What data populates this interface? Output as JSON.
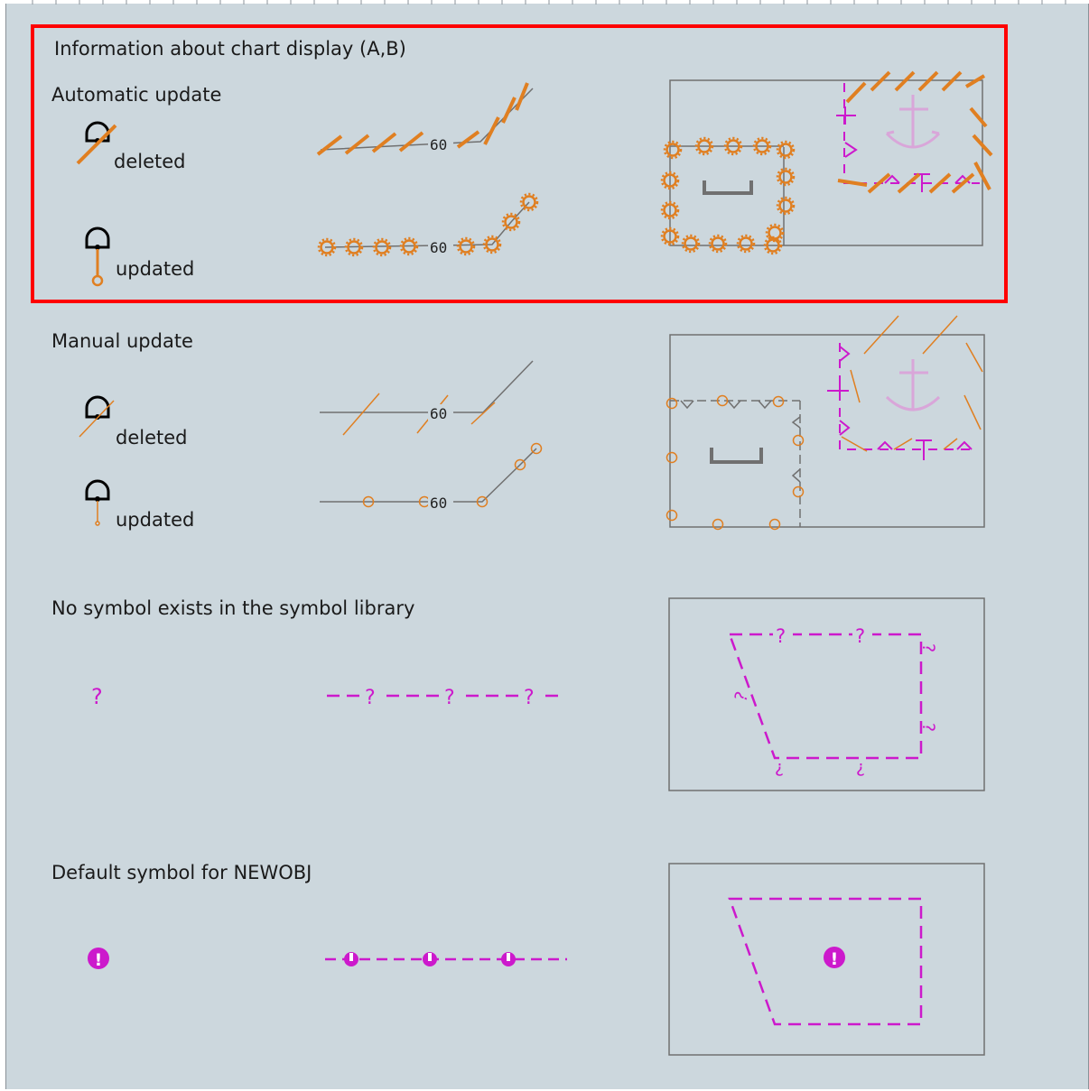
{
  "header": {
    "title": "Information about chart display (A,B)"
  },
  "sections": [
    {
      "heading": "Automatic update",
      "deleted_label": "deleted",
      "updated_label": "updated"
    },
    {
      "heading": "Manual update",
      "deleted_label": "deleted",
      "updated_label": "updated"
    },
    {
      "heading": "No symbol exists in the symbol library",
      "symbol": "?"
    },
    {
      "heading": "Default symbol for NEWOBJ",
      "symbol": "!"
    }
  ],
  "depth_label": "60",
  "colors": {
    "background": "#ccd7dd",
    "highlight": "#ff0000",
    "update_orange": "#e07f21",
    "magenta": "#cc19cc",
    "line_gray": "#707070",
    "anchor_pink": "#d9a6d9"
  }
}
